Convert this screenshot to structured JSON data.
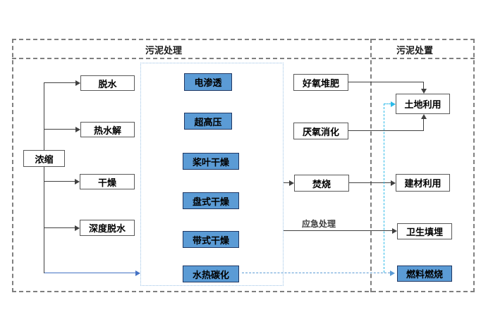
{
  "diagram": {
    "title_left": "污泥处理",
    "title_right": "污泥处置",
    "emergency_label": "应急处理",
    "nodes": {
      "thickening": "浓缩",
      "dewatering": "脱水",
      "thermal_hydrolysis": "热水解",
      "drying": "干燥",
      "deep_dewatering": "深度脱水",
      "electro_osmosis": "电渗透",
      "ultra_high_pressure": "超高压",
      "paddle_drying": "桨叶干燥",
      "disc_drying": "盘式干燥",
      "belt_drying": "带式干燥",
      "hydrothermal_carbonization": "水热碳化",
      "aerobic_composting": "好氧堆肥",
      "anaerobic_digestion": "厌氧消化",
      "incineration": "焚烧",
      "land_use": "土地利用",
      "building_material_use": "建材利用",
      "sanitary_landfill": "卫生填埋",
      "fuel_combustion": "燃料燃烧"
    },
    "colors": {
      "highlight_box_fill": "#5b9bd5",
      "box_border": "#595959",
      "line_black": "#404040",
      "line_blue_solid": "#4472c4",
      "line_blue_dashed": "#5b9bd5",
      "line_cyan_dashed": "#29b9e8",
      "outer_frame_gray": "#7f7f7f",
      "inner_frame_blue": "#9dc3e6"
    }
  }
}
